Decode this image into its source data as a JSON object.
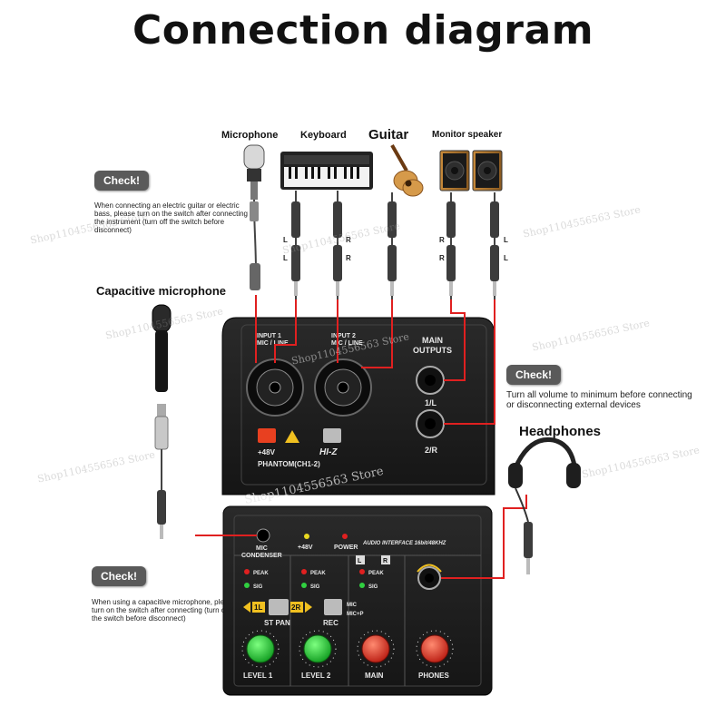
{
  "title": "Connection diagram",
  "devices": {
    "microphone": "Microphone",
    "keyboard": "Keyboard",
    "guitar": "Guitar",
    "monitor_speaker": "Monitor speaker",
    "capacitive_microphone": "Capacitive microphone",
    "headphones": "Headphones"
  },
  "notes": {
    "check_label": "Check!",
    "guitar_note": "When connecting an electric guitar or electric bass, please turn on the switch after connecting the instrument (turn off the switch before disconnect)",
    "volume_note": "Turn all volume to minimum before connecting or disconnecting external devices",
    "capacitive_note": "When using a capacitive microphone, please turn on the switch after connecting (turn off the switch before disconnect)"
  },
  "cable_labels": {
    "left": "L",
    "right": "R"
  },
  "watermark": "Shop1104556563 Store",
  "top_panel": {
    "input1": "INPUT 1",
    "input1_sub": "MIC / LINE",
    "input2": "INPUT 2",
    "input2_sub": "MIC / LINE",
    "main_outputs_1": "MAIN",
    "main_outputs_2": "OUTPUTS",
    "out_left": "1/L",
    "out_right": "2/R",
    "phantom_48v": "+48V",
    "phantom_label": "PHANTOM(CH1-2)",
    "hiz": "HI-Z"
  },
  "front_panel": {
    "mic_condenser_1": "MIC",
    "mic_condenser_2": "CONDENSER",
    "led_48v": "+48V",
    "led_power": "POWER",
    "audio_interface": "AUDIO INTERFACE 16bit/48KHZ",
    "peak": "PEAK",
    "sig": "SIG",
    "ch_l": "L",
    "ch_r": "R",
    "pan_1l": "1L",
    "pan_2r": "2R",
    "st_pan": "ST PAN",
    "rec": "REC",
    "rec_mic": "MIC",
    "rec_micp": "MIC+P",
    "knob_level1": "LEVEL 1",
    "knob_level2": "LEVEL 2",
    "knob_main": "MAIN",
    "knob_phones": "PHONES"
  },
  "colors": {
    "red_line": "#e02020",
    "device_body": "#1c1c1c",
    "knob_green": "#1ec832",
    "knob_red": "#e53020",
    "led_red": "#e02020",
    "led_green": "#30d040",
    "led_yellow": "#e8d820",
    "phantom_button": "#e84020"
  }
}
